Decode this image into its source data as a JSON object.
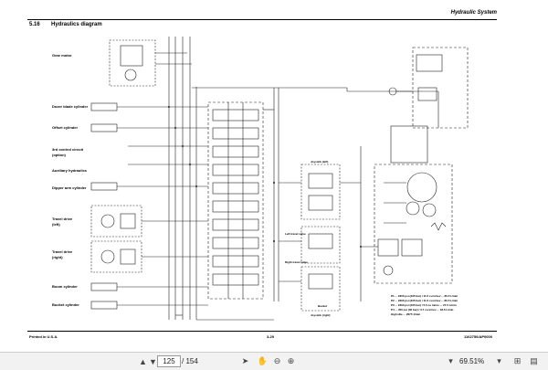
{
  "header": {
    "title": "Hydraulic System"
  },
  "section": {
    "number": "5.16",
    "title": "Hydraulics diagram"
  },
  "labels": {
    "gear_motor": "Gear motor",
    "dozer_blade": "Dozer blade cylinder",
    "offset": "Offset cylinder",
    "third_circuit_1": "3rd control circuit",
    "third_circuit_2": "(option)",
    "auxiliary": "Auxiliary hydraulics",
    "dipper_arm": "Dipper arm cylinder",
    "travel_left_1": "Travel drive",
    "travel_left_2": "(left)",
    "travel_right_1": "Travel drive",
    "travel_right_2": "(right)",
    "boom": "Boom cylinder",
    "bucket": "Bucket cylinder",
    "left_travel_valve": "Left travel valve",
    "right_travel_valve": "Right travel valve",
    "bucket_right": "Bucket",
    "joystick_left": "Joystick (left)",
    "joystick_right": "Joystick (right)"
  },
  "pressure_notes": [
    "P1 ... 2300 psi (235 bar) / 11.5 cu in/rev ... 80.5 L/min",
    "P2 ... 2300 psi (235 bar) / 11.5 cu in/rev ... 80.5 L/min",
    "P3 ... 2300 psi (235 bar) / 5.5 cu in/rev ... 27.5 L/min",
    "P4 ... 450 psi (30 bar) / 3.7 cu in/rev ... 18.5 L/min",
    "High idle ... 2675 1/min"
  ],
  "footer": {
    "left": "Printed in U.S.A.",
    "center": "3-29",
    "right": "1162750/AP0000"
  },
  "toolbar": {
    "current_page": "125",
    "total_pages": "/ 154",
    "zoom": "69.51%"
  }
}
